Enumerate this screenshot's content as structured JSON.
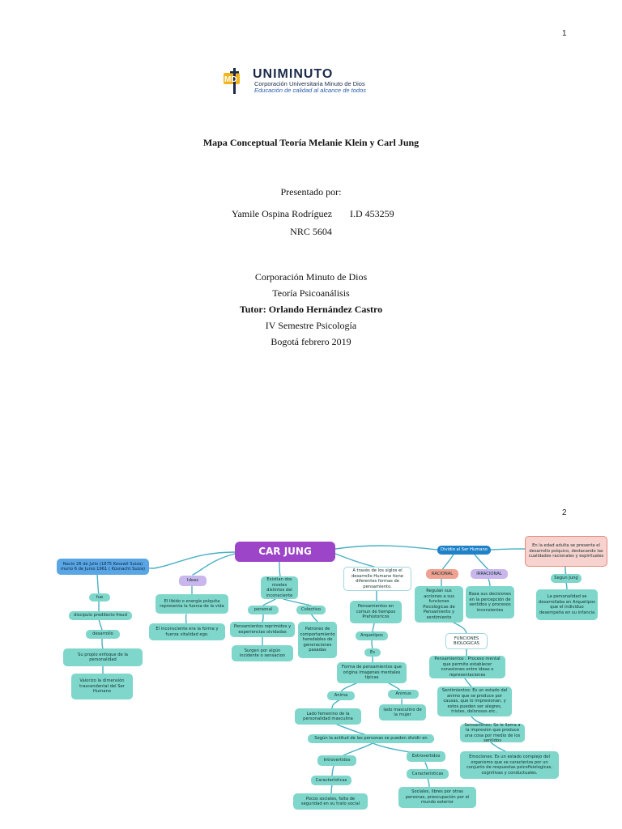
{
  "page1": {
    "page_number": "1",
    "logo": {
      "mark": "MD",
      "wordmark": "UNIMINUTO",
      "line1": "Corporación Universitaria Minuto de Dios",
      "line2": "Educación de calidad al alcance de todos"
    },
    "title": "Mapa Conceptual Teoría Melanie Klein y Carl Jung",
    "presented_by": "Presentado por:",
    "author": "Yamile Ospina Rodríguez",
    "author_id": "I.D 453259",
    "nrc": "NRC 5604",
    "institution": "Corporación Minuto de Dios",
    "subject": "Teoría Psicoanálisis",
    "tutor": "Tutor: Orlando Hernández Castro",
    "semester": "IV Semestre Psicología",
    "place_date": "Bogotá febrero 2019"
  },
  "page2": {
    "page_number": "2",
    "mindmap": {
      "root": "CAR JUNG",
      "nodes": {
        "birth": "Nacio 26 de Julio (1875 Kesswil Suiza) murio 6 de Junio 1961 ( Küsnacht Suiza)",
        "fue": "fue",
        "discipulo": "discipulo predilecto freud",
        "desarrollo": "desarrollo",
        "enfoque": "Su propio enfoque de la personalidad",
        "valorizo": "Valorizo la dimensión trascendental del Ser Humano",
        "ideas": "Ideas",
        "libido": "El libido o energía psíquita representa la fuerza de la vida",
        "inconsciente_forma": "El inconsciente era la forma y fuerza vitalidad ego.",
        "niveles": "Existían dos niveles distintos del inconsciente",
        "personal": "personal",
        "colectivo": "Colectivo",
        "pensamientos_reprimidos": "Pensamientos reprimidos y experiencias olvidadas",
        "surgen": "Surgen por algún incidente o sensacion",
        "patrones": "Patrones de comportamiento heredables de generaciones pasadas",
        "siglos": "A través de los siglos el desarrollo Humano tiene diferentes formas de pensamiento.",
        "pensamientos_comun": "Pensamientos en comun de tiempos Prehistoricos",
        "arquetipos": "Arquetipos",
        "es": "Es",
        "forma_pensamientos": "Forma de pensamientos que origina imagenes mentales tipicas",
        "anima": "Anima",
        "animus": "Animus",
        "lado_femenino": "Lado femenino de la personalidad masculina",
        "lado_masculino": "lado masculino de la mujer",
        "segun_actitud": "Según la actitud de las personas se pueden dividir en",
        "introvertidos": "Introvertidos",
        "extrovertidos": "Extrovertidos",
        "caracteristicas_intro": "Características",
        "caracteristicas_extro": "Características",
        "pocos_sociales": "Pocos sociales, falta de seguridad en su trato social",
        "sociales_libres": "Sociales, libres por otras personas, preocupación por el mundo exterior",
        "dividio": "Dividio al Ser Humano",
        "racional": "RACIONAL",
        "irracional": "IRRACIONAL",
        "regulan": "Regulan sus acciones a sus funciones Psicologicas de Pensamiento y sentimiento",
        "basa": "Basa sus decisiones en la percepción de sentidos y procesos inconsientes",
        "funciones": "FUNCIONES BIOLOGICAS",
        "pensamientos_def": "Pensamientos : Proceso mental que permite establecer conexiones entre ideas o representaciones",
        "sentimientos_def": "Sentimientos: Es un estado del animo que se produce por causas, que lo impresionan, y estos pueden ser alegres, tristes, dolorosos etc..",
        "sensaciones_def": "Sensaciones: Se le llama a la impresión que produce una cosa por medio de los sentidos",
        "emociones_def": "Emociones: Es un estado complejo del organismo que se caracteriza por un conjunto de respuestas psicofisiologicas, cognitivas y conductuales.",
        "edad_adulta": "En la edad adulta se presenta el desarrollo psíquico, destacando las cualidades racionales y espirituales",
        "segun_jung": "Segun Jung",
        "personalidad_desarrollaba": "La personalidad se desarrollaba en Arquetipos que el individuo desempeña en su infancia"
      }
    }
  },
  "colors": {
    "root": "#9c45c8",
    "node": "#7fd6cb",
    "link": "#4ab0c4",
    "blue": "#5aa6e4",
    "salmon": "#f0a191",
    "lavender": "#c8b6ec"
  }
}
